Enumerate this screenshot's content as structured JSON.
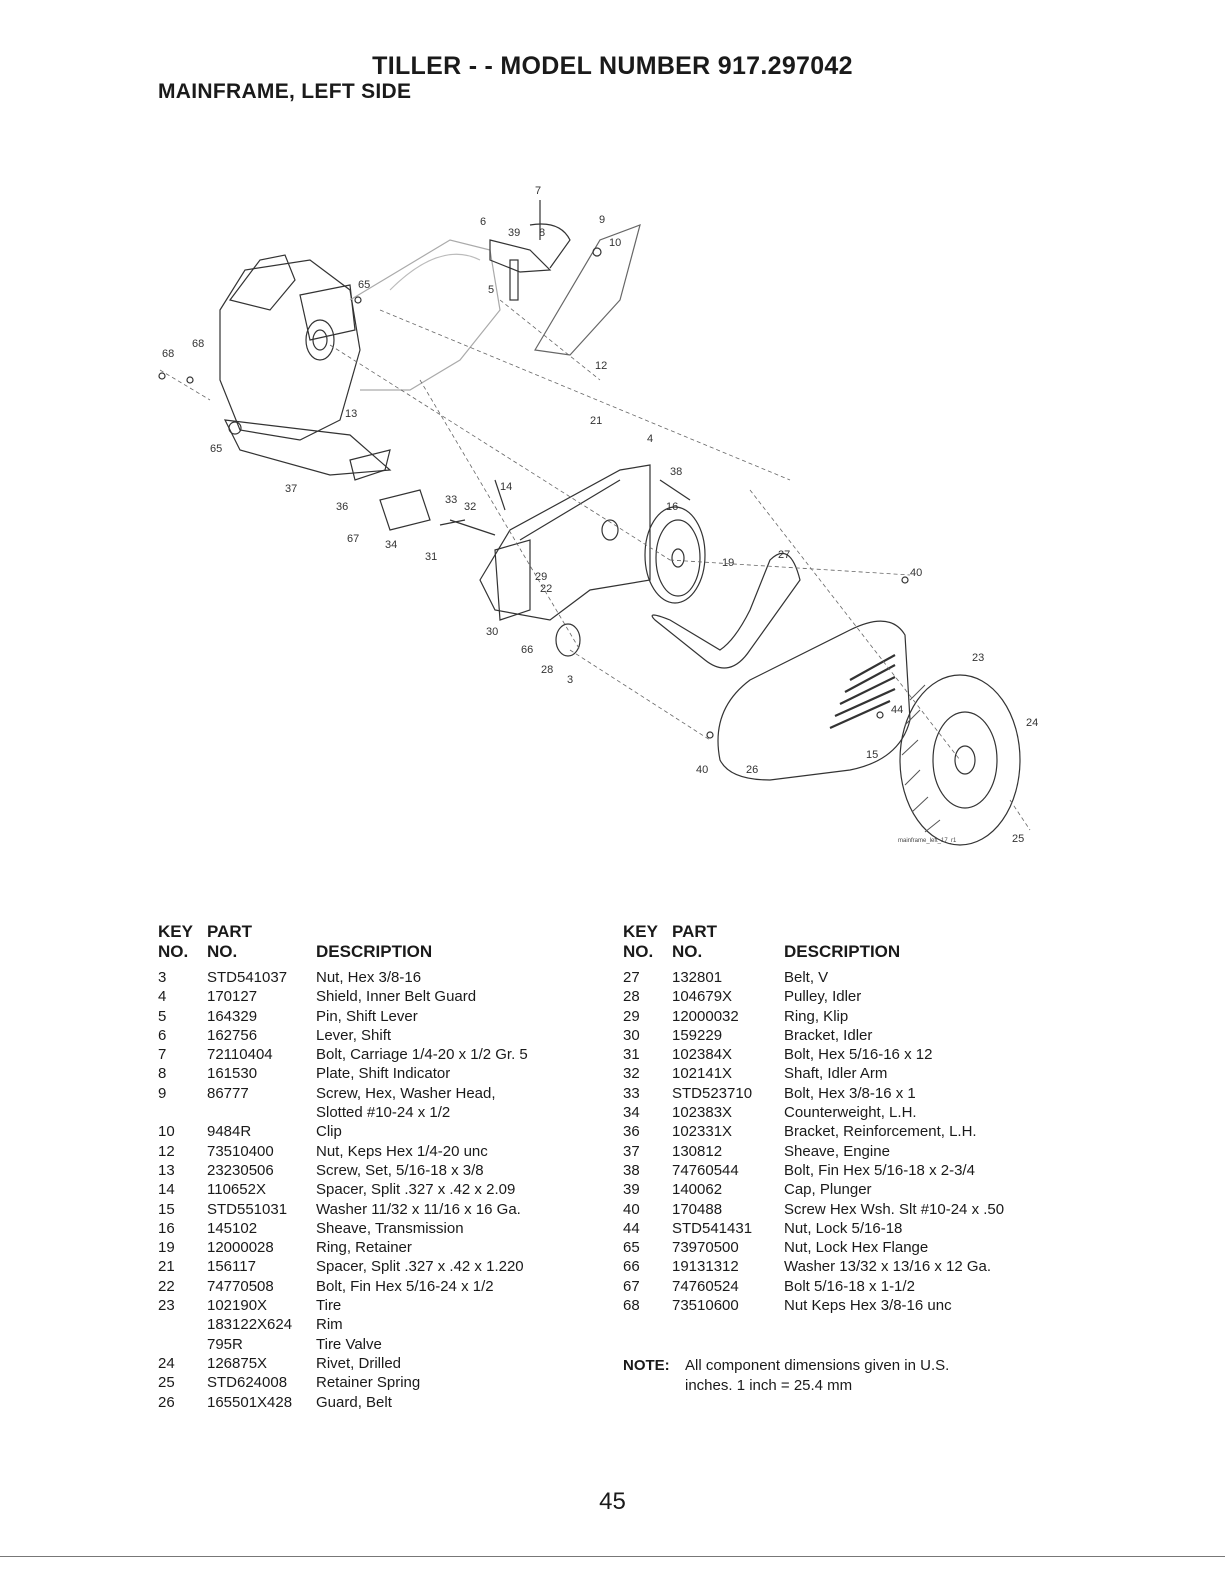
{
  "header": {
    "title": "TILLER - - MODEL NUMBER 917.297042",
    "subtitle": "MAINFRAME, LEFT SIDE"
  },
  "diagram": {
    "ref_tag": "mainframe_left_17_r1",
    "callouts": [
      "7",
      "6",
      "39",
      "8",
      "9",
      "10",
      "5",
      "65",
      "68",
      "68",
      "12",
      "13",
      "21",
      "4",
      "38",
      "65",
      "37",
      "14",
      "16",
      "33",
      "32",
      "36",
      "67",
      "34",
      "31",
      "19",
      "27",
      "40",
      "29",
      "22",
      "30",
      "66",
      "28",
      "3",
      "23",
      "44",
      "24",
      "40",
      "26",
      "15",
      "25"
    ]
  },
  "table_headers": {
    "key1": "KEY",
    "part1": "PART",
    "key2": "NO.",
    "part2": "NO.",
    "desc": "DESCRIPTION"
  },
  "parts_left": [
    {
      "key": "3",
      "part": "STD541037",
      "desc": "Nut, Hex 3/8-16"
    },
    {
      "key": "4",
      "part": "170127",
      "desc": "Shield, Inner Belt Guard"
    },
    {
      "key": "5",
      "part": "164329",
      "desc": "Pin, Shift Lever"
    },
    {
      "key": "6",
      "part": "162756",
      "desc": "Lever, Shift"
    },
    {
      "key": "7",
      "part": "72110404",
      "desc": "Bolt, Carriage 1/4-20 x 1/2 Gr. 5"
    },
    {
      "key": "8",
      "part": "161530",
      "desc": "Plate, Shift Indicator"
    },
    {
      "key": "9",
      "part": "86777",
      "desc": "Screw, Hex, Washer Head,"
    },
    {
      "key": "",
      "part": "",
      "desc": "Slotted #10-24 x 1/2"
    },
    {
      "key": "10",
      "part": "9484R",
      "desc": "Clip"
    },
    {
      "key": "12",
      "part": "73510400",
      "desc": "Nut, Keps Hex 1/4-20 unc"
    },
    {
      "key": "13",
      "part": "23230506",
      "desc": "Screw, Set, 5/16-18 x 3/8"
    },
    {
      "key": "14",
      "part": "110652X",
      "desc": "Spacer, Split .327 x .42 x 2.09"
    },
    {
      "key": "15",
      "part": "STD551031",
      "desc": "Washer 11/32 x 11/16 x 16 Ga."
    },
    {
      "key": "16",
      "part": "145102",
      "desc": "Sheave, Transmission"
    },
    {
      "key": "19",
      "part": "12000028",
      "desc": "Ring, Retainer"
    },
    {
      "key": "21",
      "part": "156117",
      "desc": "Spacer, Split .327 x .42 x 1.220"
    },
    {
      "key": "22",
      "part": "74770508",
      "desc": "Bolt, Fin Hex 5/16-24 x 1/2"
    },
    {
      "key": "23",
      "part": "102190X",
      "desc": "Tire"
    },
    {
      "key": "",
      "part": "183122X624",
      "desc": "Rim"
    },
    {
      "key": "",
      "part": "795R",
      "desc": "Tire Valve"
    },
    {
      "key": "24",
      "part": "126875X",
      "desc": "Rivet, Drilled"
    },
    {
      "key": "25",
      "part": "STD624008",
      "desc": "Retainer Spring"
    },
    {
      "key": "26",
      "part": "165501X428",
      "desc": "Guard, Belt"
    }
  ],
  "parts_right": [
    {
      "key": "27",
      "part": "132801",
      "desc": "Belt, V"
    },
    {
      "key": "28",
      "part": "104679X",
      "desc": "Pulley, Idler"
    },
    {
      "key": "29",
      "part": "12000032",
      "desc": "Ring, Klip"
    },
    {
      "key": "30",
      "part": "159229",
      "desc": "Bracket, Idler"
    },
    {
      "key": "31",
      "part": "102384X",
      "desc": "Bolt, Hex 5/16-16 x 12"
    },
    {
      "key": "32",
      "part": "102141X",
      "desc": "Shaft, Idler Arm"
    },
    {
      "key": "33",
      "part": "STD523710",
      "desc": "Bolt, Hex 3/8-16 x 1"
    },
    {
      "key": "34",
      "part": "102383X",
      "desc": "Counterweight, L.H."
    },
    {
      "key": "36",
      "part": "102331X",
      "desc": "Bracket, Reinforcement, L.H."
    },
    {
      "key": "37",
      "part": "130812",
      "desc": "Sheave, Engine"
    },
    {
      "key": "38",
      "part": "74760544",
      "desc": "Bolt, Fin Hex 5/16-18 x 2-3/4"
    },
    {
      "key": "39",
      "part": "140062",
      "desc": "Cap, Plunger"
    },
    {
      "key": "40",
      "part": "170488",
      "desc": "Screw Hex Wsh. Slt #10-24 x .50"
    },
    {
      "key": "44",
      "part": "STD541431",
      "desc": "Nut, Lock 5/16-18"
    },
    {
      "key": "65",
      "part": "73970500",
      "desc": "Nut, Lock Hex Flange"
    },
    {
      "key": "66",
      "part": "19131312",
      "desc": "Washer 13/32 x 13/16 x 12 Ga."
    },
    {
      "key": "67",
      "part": "74760524",
      "desc": "Bolt 5/16-18 x 1-1/2"
    },
    {
      "key": "68",
      "part": "73510600",
      "desc": "Nut Keps Hex 3/8-16 unc"
    }
  ],
  "note": {
    "label": "NOTE:",
    "line1": "All component dimensions given in U.S.",
    "line2": "inches. 1 inch = 25.4 mm"
  },
  "page_number": "45"
}
